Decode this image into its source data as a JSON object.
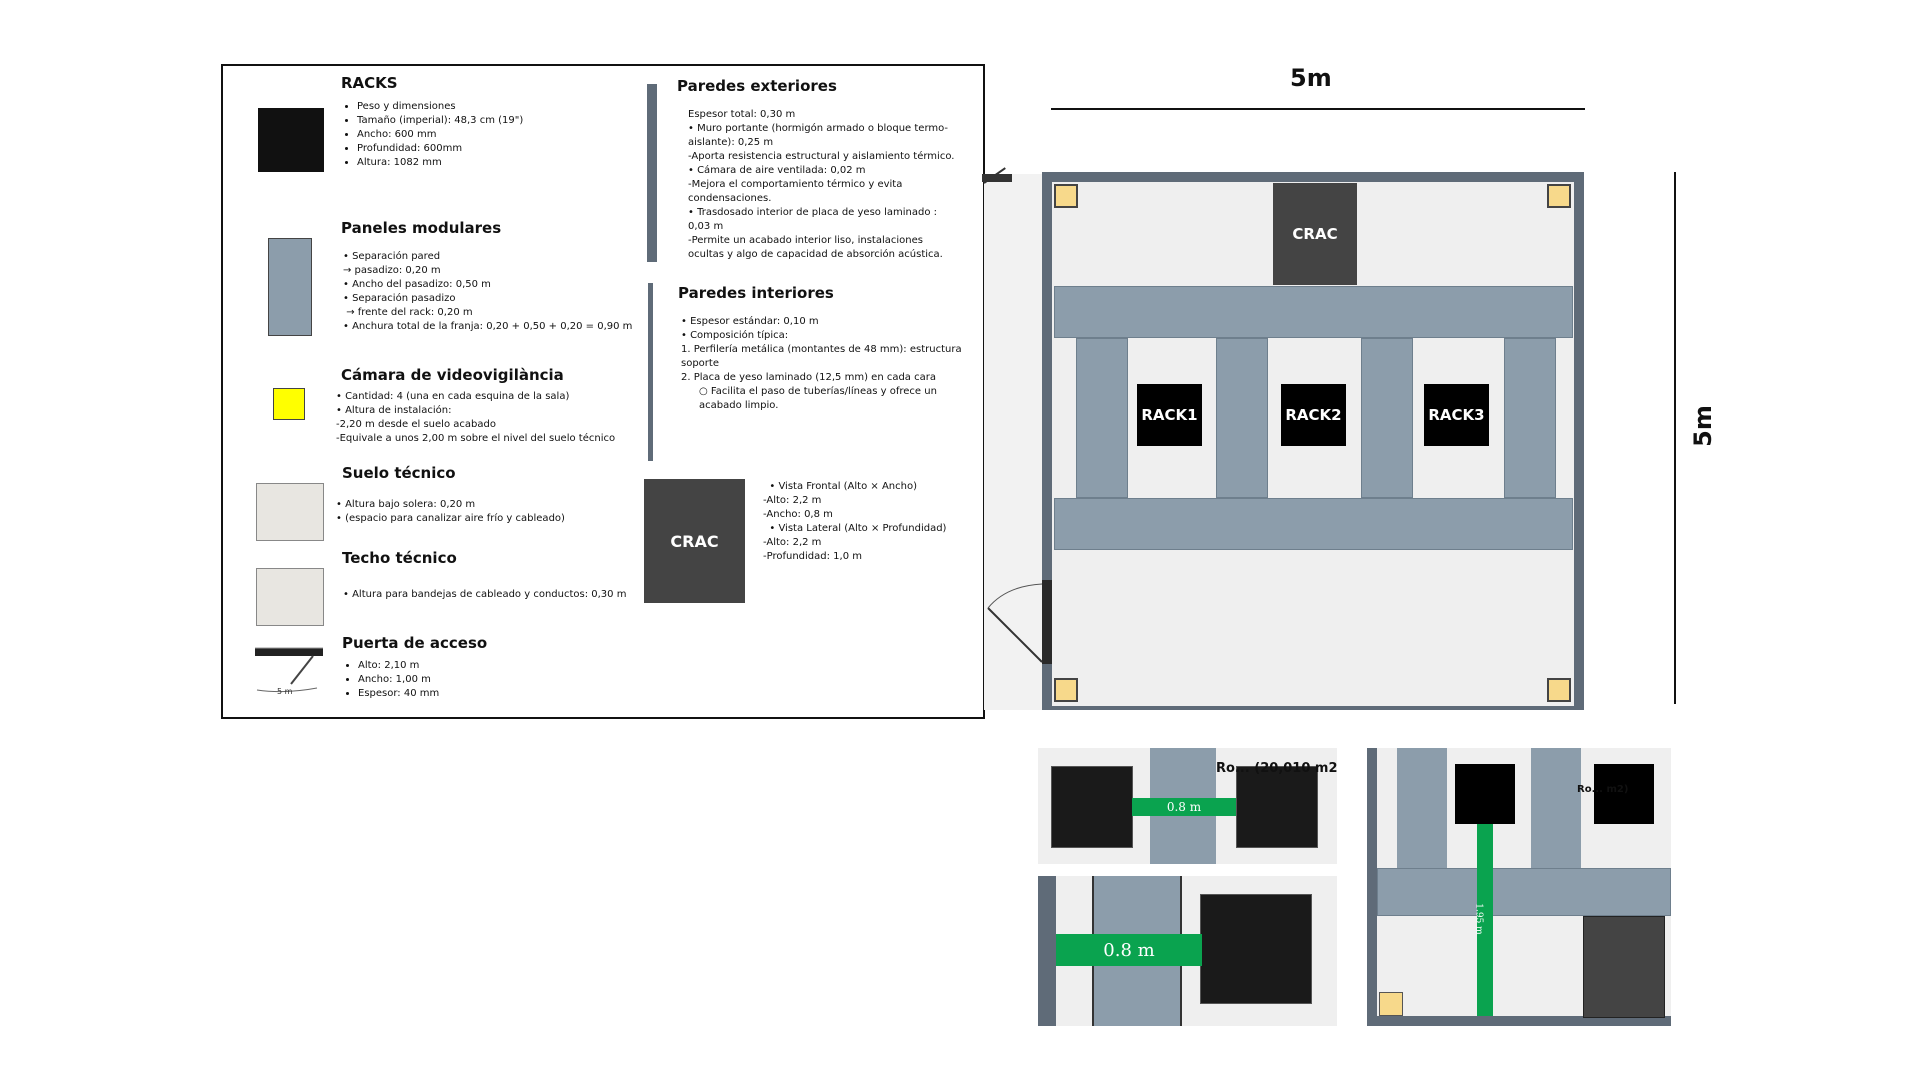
{
  "legend": {
    "racks": {
      "title": "RACKS",
      "items": [
        "Peso y dimensiones",
        "Tamaño (imperial): 48,3 cm (19\")",
        "Ancho: 600 mm",
        "Profundidad: 600mm",
        "Altura: 1082 mm"
      ]
    },
    "paneles": {
      "title": "Paneles modulares",
      "lines": [
        "Separación pared",
        "→ pasadizo: 0,20 m",
        "Ancho del pasadizo: 0,50 m",
        "Separación pasadizo",
        "→ frente del rack: 0,20 m",
        "Anchura total de la franja: 0,20 + 0,50 + 0,20 = 0,90 m"
      ]
    },
    "camara": {
      "title": "Cámara de videovigilància",
      "lines": [
        "Cantidad: 4 (una en cada esquina de la sala)",
        "Altura de instalación:",
        "-2,20 m desde el suelo acabado",
        "-Equivale a unos 2,00 m sobre el nivel del suelo técnico"
      ]
    },
    "suelo": {
      "title": "Suelo técnico",
      "lines": [
        "Altura bajo solera: 0,20 m",
        "(espacio para canalizar aire frío y cableado)"
      ]
    },
    "techo": {
      "title": "Techo técnico",
      "lines": [
        "Altura para bandejas de cableado y conductos: 0,30 m"
      ]
    },
    "puerta": {
      "title": "Puerta de acceso",
      "items": [
        "Alto: 2,10 m",
        "Ancho: 1,00 m",
        "Espesor: 40 mm"
      ],
      "icon_label": "5 m"
    },
    "paredes_ext": {
      "title": "Paredes exteriores",
      "lines": [
        "Espesor total: 0,30 m",
        "Muro portante (hormigón armado o bloque termo-aislante): 0,25 m",
        "-Aporta resistencia estructural y aislamiento térmico.",
        "Cámara de aire ventilada: 0,02 m",
        "-Mejora el comportamiento térmico y evita condensaciones.",
        "Trasdosado interior de placa de yeso laminado : 0,03 m",
        "-Permite un acabado interior liso, instalaciones ocultas y algo de capacidad de absorción acústica."
      ]
    },
    "paredes_int": {
      "title": "Paredes interiores",
      "lines": [
        "Espesor estándar: 0,10 m",
        "Composición típica:",
        "1. Perfilería metálica (montantes de 48 mm): estructura soporte",
        "2. Placa de yeso laminado (12,5 mm) en cada cara",
        "○ Facilita el paso de tuberías/líneas y ofrece un acabado limpio."
      ]
    },
    "crac": {
      "label": "CRAC",
      "lines": [
        "Vista Frontal (Alto × Ancho)",
        "-Alto: 2,2 m",
        "-Ancho: 0,8 m",
        "Vista Lateral (Alto × Profundidad)",
        "-Alto: 2,2 m",
        "-Profundidad: 1,0 m"
      ]
    }
  },
  "plan": {
    "dim_top": "5m",
    "dim_right": "5m",
    "crac_label": "CRAC",
    "racks": [
      "RACK1",
      "RACK2",
      "RACK3"
    ]
  },
  "details": {
    "d1_measure": "0.8 m",
    "d1_overlay": "Ro... (20,010 m2)",
    "d2_measure": "0.8 m",
    "d3_measure": "1.95 m",
    "d3_overlay": "Ro... m2)"
  },
  "colors": {
    "panel": "#8c9dab",
    "wall": "#5f6b78",
    "camera": "#ffff00",
    "floor": "#e8e6e1",
    "crac": "#444444",
    "measure": "#0aa34f"
  }
}
